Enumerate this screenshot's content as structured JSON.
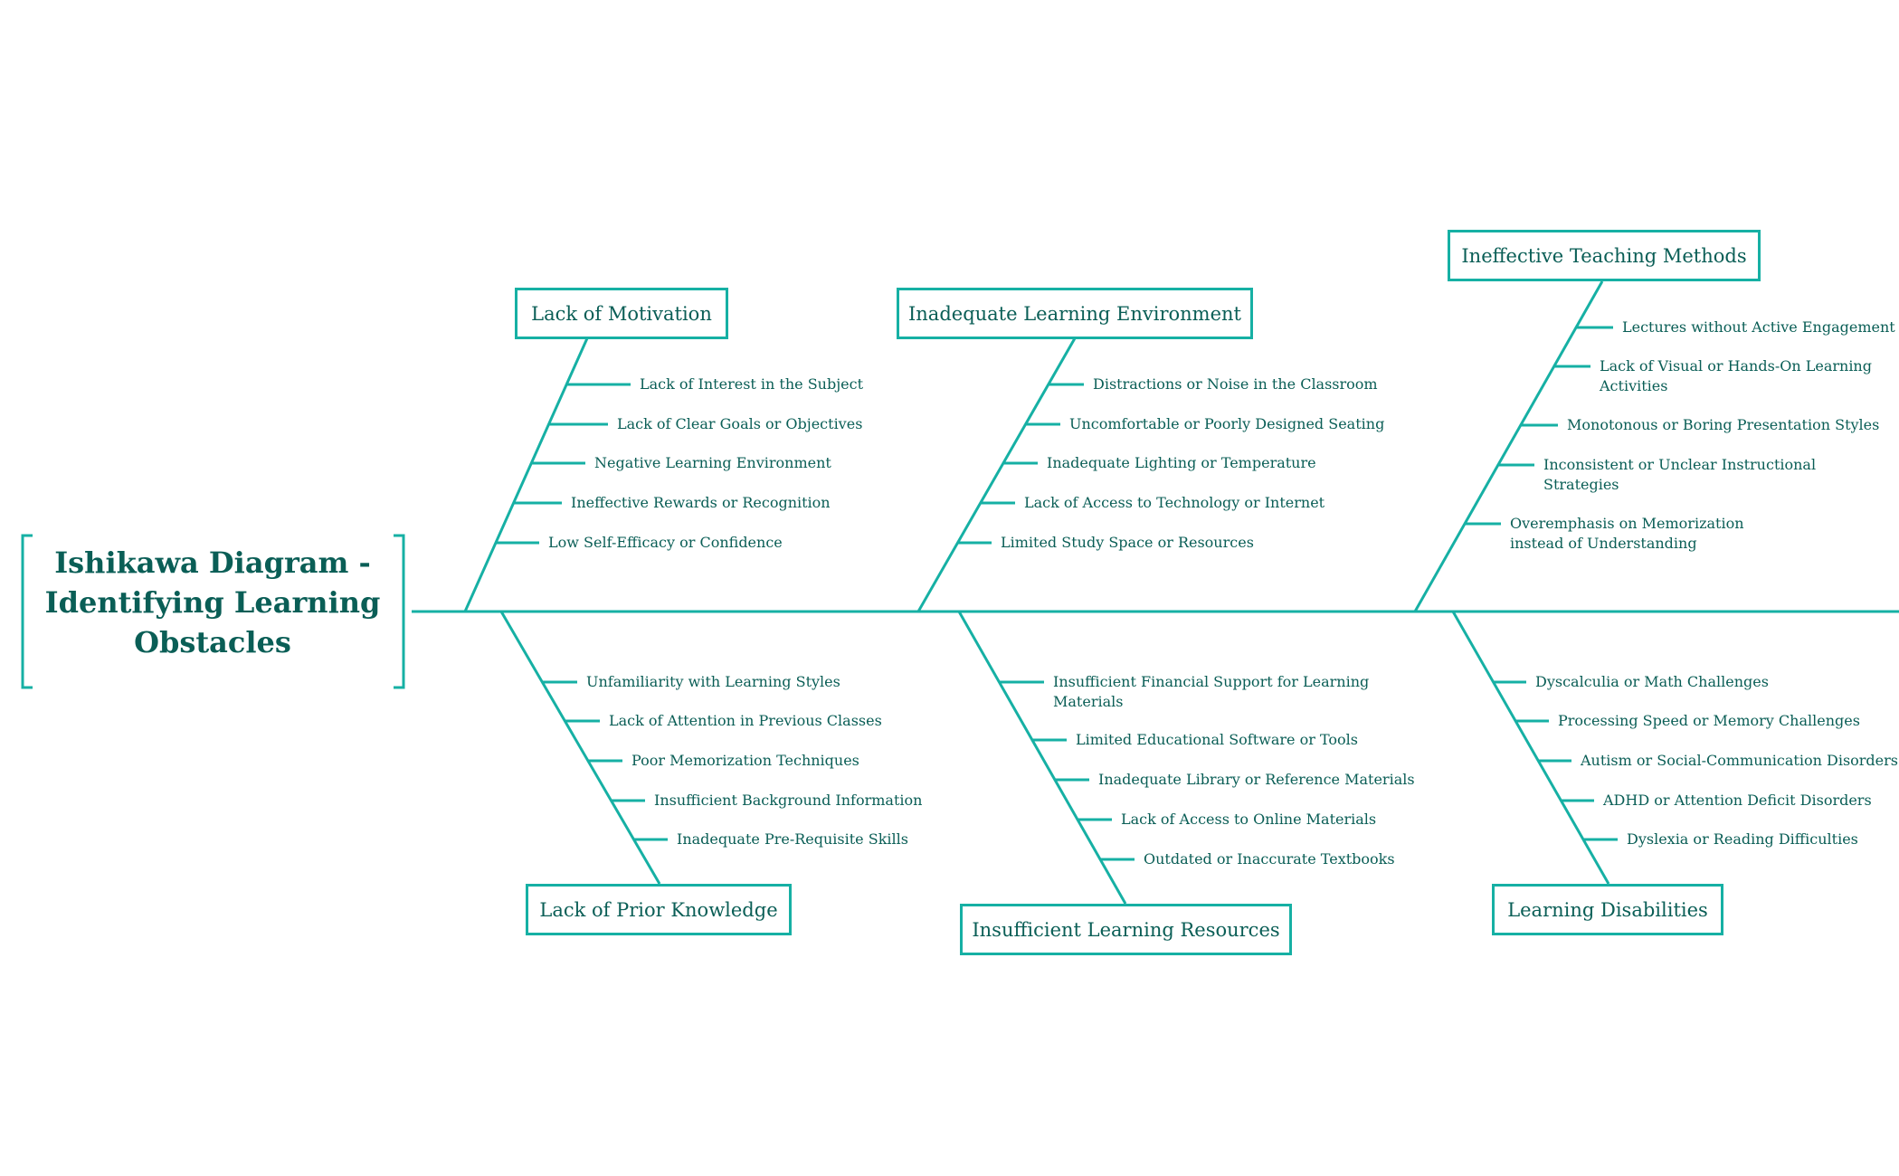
{
  "title": "Ishikawa Diagram - Identifying Learning Obstacles",
  "colors": {
    "line": "#16b0a4",
    "text": "#0a5e56",
    "background": "#ffffff"
  },
  "categories": [
    {
      "label": "Lack of Motivation",
      "position": "top",
      "causes": [
        "Lack of Interest in the Subject",
        "Lack of Clear Goals or Objectives",
        "Negative Learning Environment",
        "Ineffective Rewards or Recognition",
        "Low Self-Efficacy or Confidence"
      ]
    },
    {
      "label": "Inadequate Learning Environment",
      "position": "top",
      "causes": [
        "Distractions or Noise in the Classroom",
        "Uncomfortable or Poorly Designed Seating",
        "Inadequate Lighting or Temperature",
        "Lack of Access to Technology or Internet",
        "Limited Study Space or Resources"
      ]
    },
    {
      "label": "Ineffective Teaching Methods",
      "position": "top",
      "causes": [
        "Lectures without Active Engagement",
        "Lack of Visual or Hands-On Learning Activities",
        "Monotonous or Boring Presentation Styles",
        "Inconsistent or Unclear Instructional Strategies",
        "Overemphasis on Memorization instead of Understanding"
      ]
    },
    {
      "label": "Lack of Prior Knowledge",
      "position": "bottom",
      "causes": [
        "Unfamiliarity with Learning Styles",
        "Lack of Attention in Previous Classes",
        "Poor Memorization Techniques",
        "Insufficient Background Information",
        "Inadequate Pre-Requisite Skills"
      ]
    },
    {
      "label": "Insufficient Learning Resources",
      "position": "bottom",
      "causes": [
        "Insufficient Financial Support for Learning Materials",
        "Limited Educational Software or Tools",
        "Inadequate Library or Reference Materials",
        "Lack of Access to Online Materials",
        "Outdated or Inaccurate Textbooks"
      ]
    },
    {
      "label": "Learning Disabilities",
      "position": "bottom",
      "causes": [
        "Dyscalculia or Math Challenges",
        "Processing Speed or Memory Challenges",
        "Autism or Social-Communication Disorders",
        "ADHD or Attention Deficit Disorders",
        "Dyslexia or Reading Difficulties"
      ]
    }
  ]
}
